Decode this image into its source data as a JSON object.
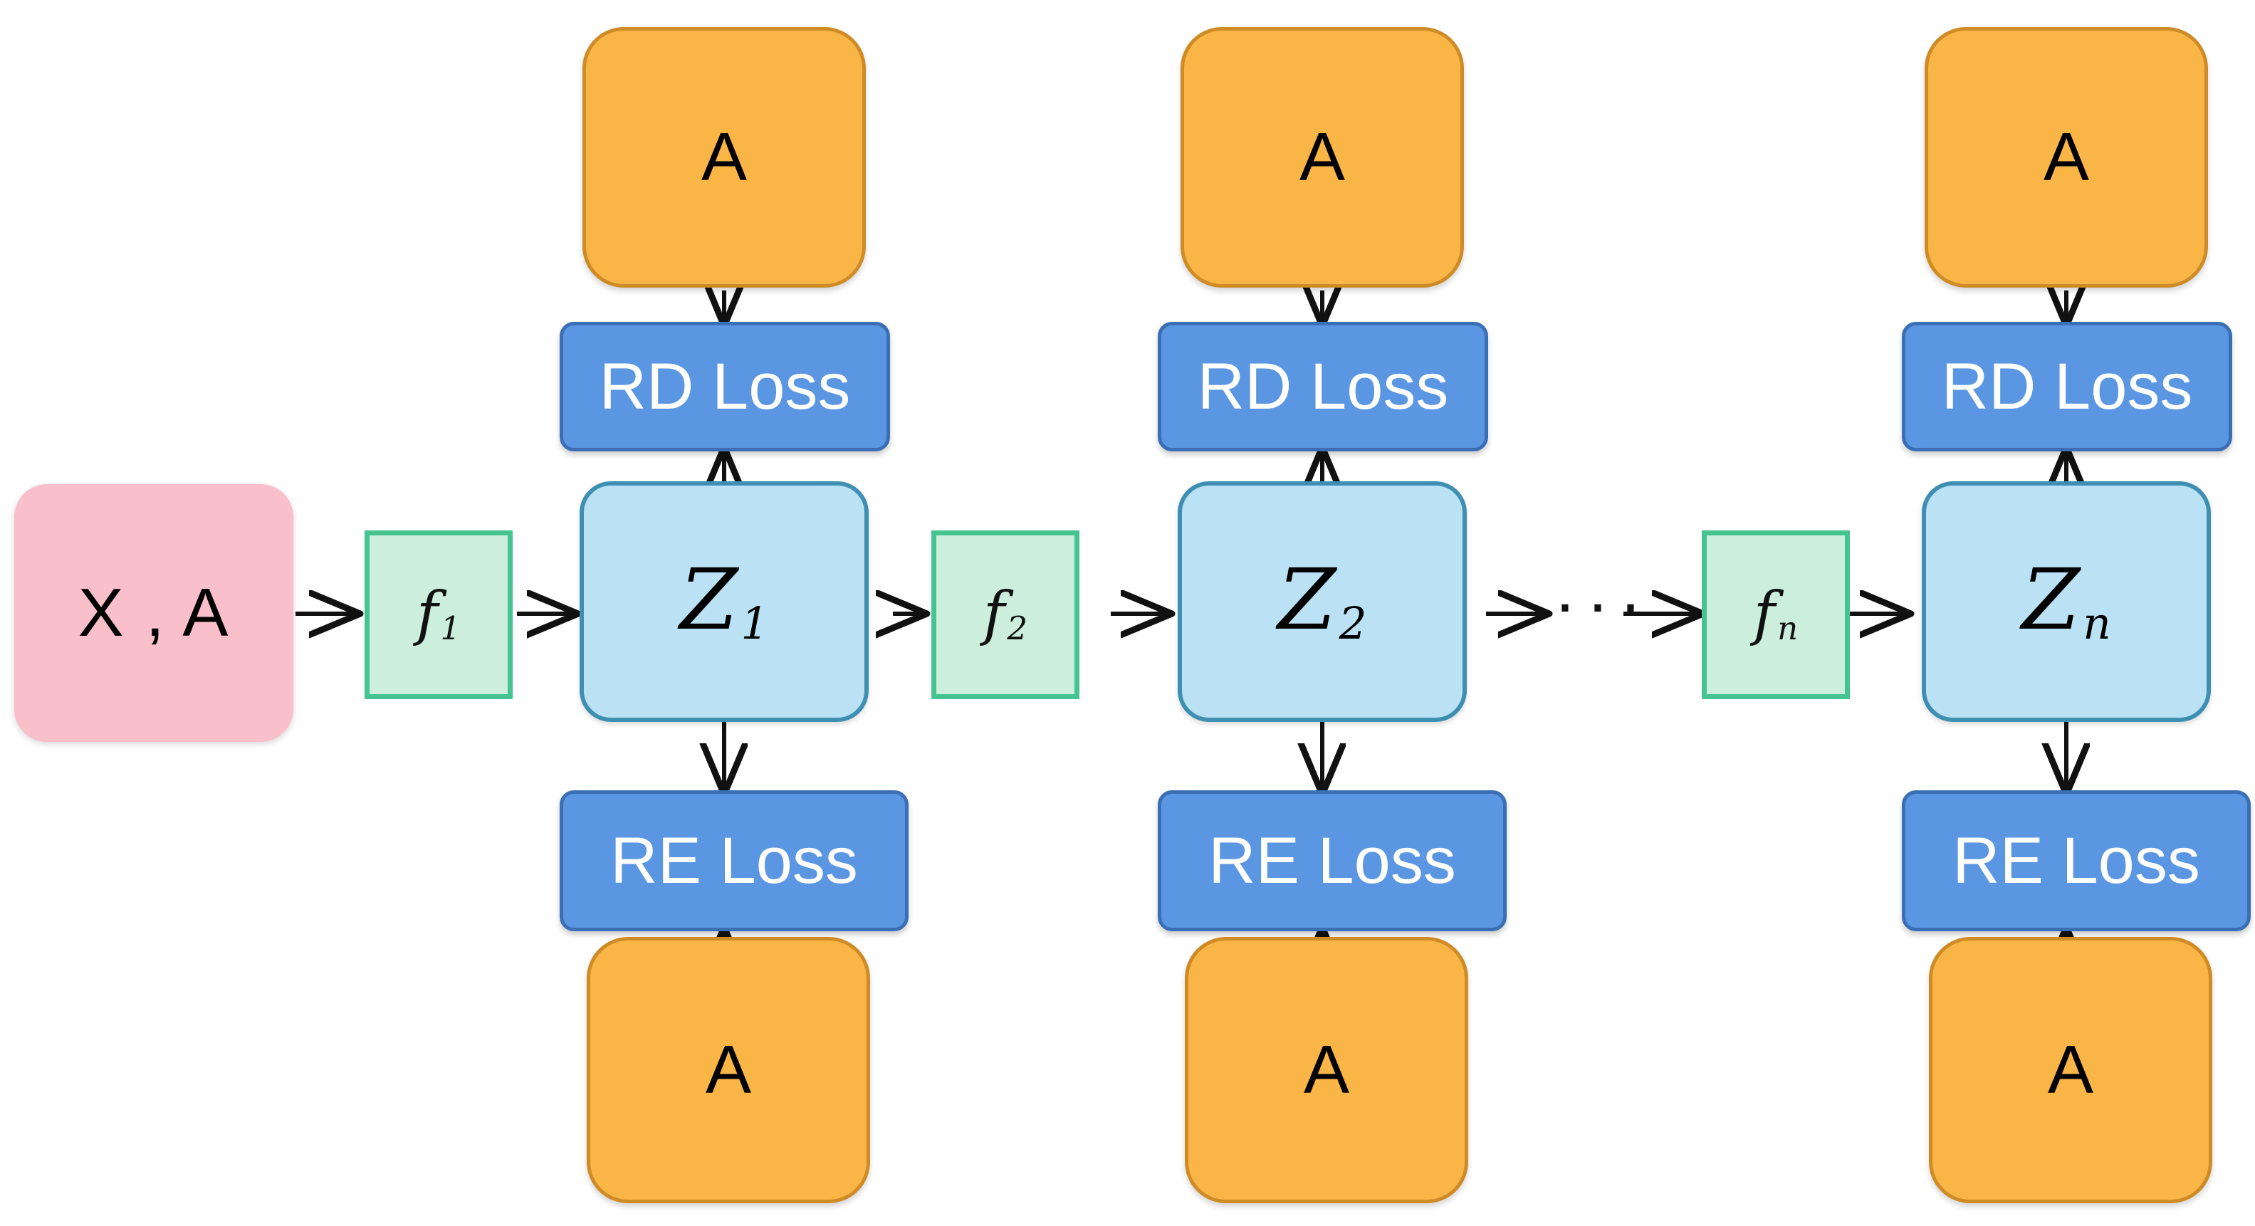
{
  "diagram": {
    "title": "Hierarchical graph embedding pipeline with RD and RE losses",
    "colors": {
      "input_fill": "#F9C0CB",
      "fn_fill": "#CCEEDC",
      "fn_border": "#45C391",
      "latent_fill": "#BBE1F4",
      "latent_border": "#3E8FB2",
      "loss_fill": "#5B96E3",
      "loss_border": "#3A6FB5",
      "adjacency_fill": "#F9B545",
      "adjacency_border": "#CF8C26",
      "arrow": "#111111",
      "background": "#FFFFFF"
    },
    "input_node": {
      "label": "X , A"
    },
    "ellipsis": {
      "label": "···"
    },
    "stages": [
      {
        "fn": {
          "base": "f",
          "sub": "1"
        },
        "latent": {
          "base": "Z",
          "sub": "1"
        },
        "top_adjacency": {
          "label": "A"
        },
        "rd_loss": {
          "label": "RD Loss"
        },
        "re_loss": {
          "label": "RE Loss"
        },
        "bottom_adjacency": {
          "label": "A"
        }
      },
      {
        "fn": {
          "base": "f",
          "sub": "2"
        },
        "latent": {
          "base": "Z",
          "sub": "2"
        },
        "top_adjacency": {
          "label": "A"
        },
        "rd_loss": {
          "label": "RD Loss"
        },
        "re_loss": {
          "label": "RE Loss"
        },
        "bottom_adjacency": {
          "label": "A"
        }
      },
      {
        "fn": {
          "base": "f",
          "sub": "n"
        },
        "latent": {
          "base": "Z",
          "sub": "n"
        },
        "top_adjacency": {
          "label": "A"
        },
        "rd_loss": {
          "label": "RD Loss"
        },
        "re_loss": {
          "label": "RE Loss"
        },
        "bottom_adjacency": {
          "label": "A"
        }
      }
    ]
  }
}
